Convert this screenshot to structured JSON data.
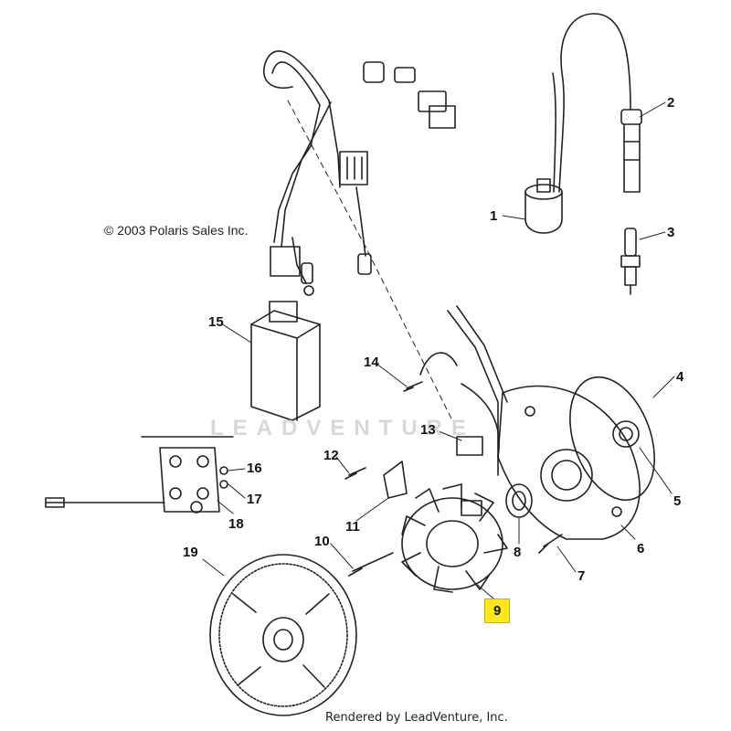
{
  "copyright": "© 2003 Polaris Sales Inc.",
  "rendered_by": "Rendered by LeadVenture, Inc.",
  "watermark": "LEADVENTURE",
  "highlight_color": "#ffe81a",
  "callouts": [
    {
      "id": "1",
      "label": "1"
    },
    {
      "id": "2",
      "label": "2"
    },
    {
      "id": "3",
      "label": "3"
    },
    {
      "id": "4",
      "label": "4"
    },
    {
      "id": "5",
      "label": "5"
    },
    {
      "id": "6",
      "label": "6"
    },
    {
      "id": "7",
      "label": "7"
    },
    {
      "id": "8",
      "label": "8"
    },
    {
      "id": "9",
      "label": "9",
      "highlighted": true
    },
    {
      "id": "10",
      "label": "10"
    },
    {
      "id": "11",
      "label": "11"
    },
    {
      "id": "12",
      "label": "12"
    },
    {
      "id": "13",
      "label": "13"
    },
    {
      "id": "14",
      "label": "14"
    },
    {
      "id": "15",
      "label": "15"
    },
    {
      "id": "16",
      "label": "16"
    },
    {
      "id": "17",
      "label": "17"
    },
    {
      "id": "18",
      "label": "18"
    },
    {
      "id": "19",
      "label": "19"
    }
  ]
}
